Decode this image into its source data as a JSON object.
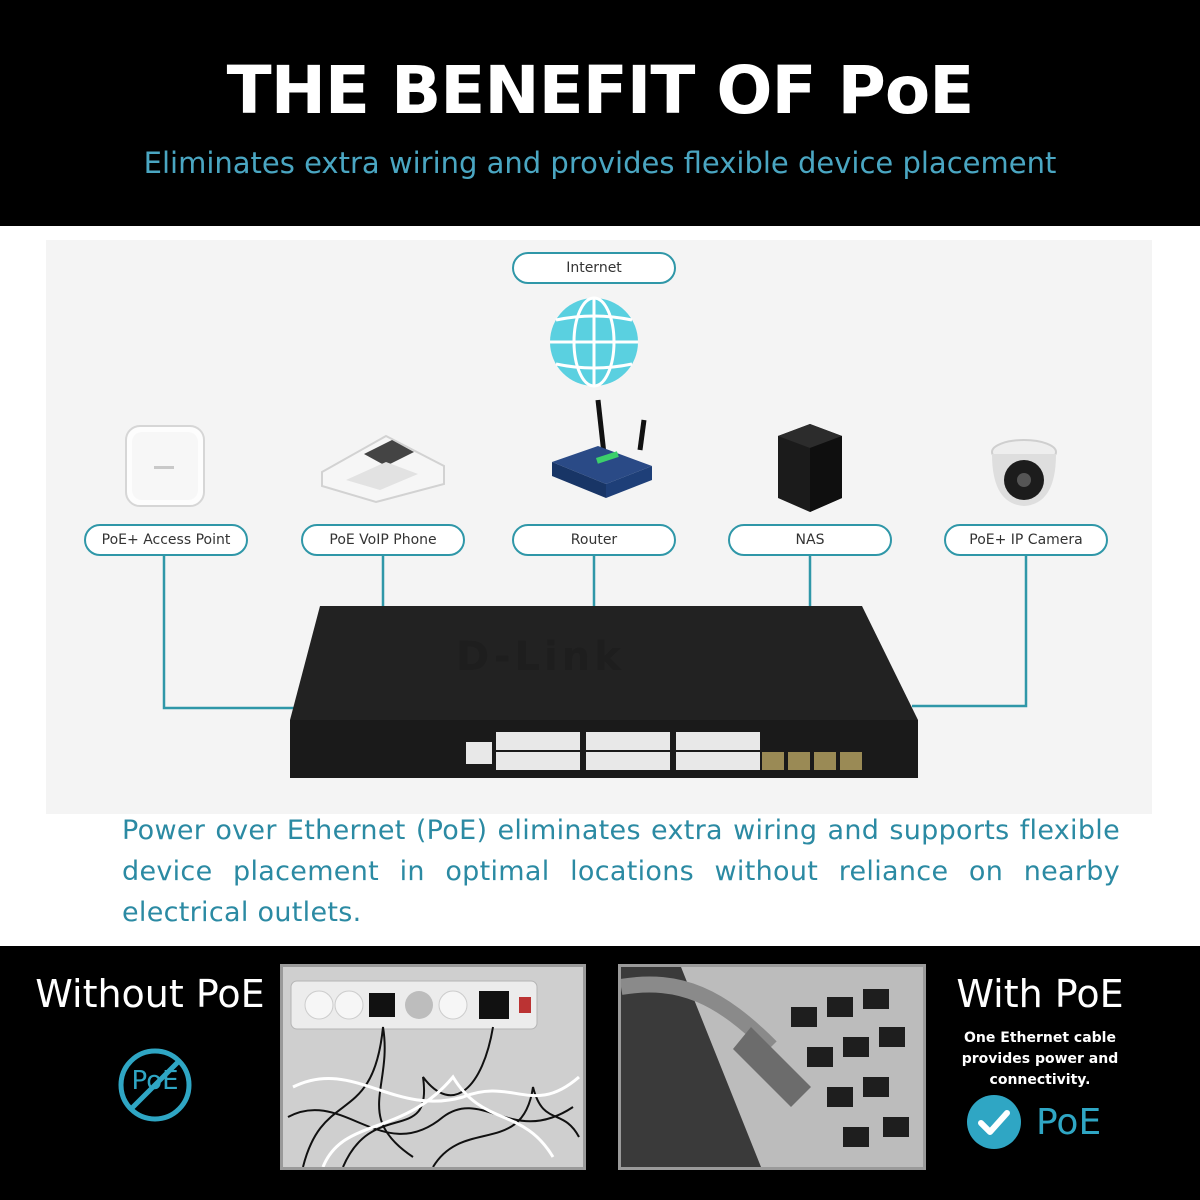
{
  "header": {
    "title": "THE BENEFIT OF PoE",
    "subtitle": "Eliminates extra wiring and provides flexible device placement"
  },
  "diagram": {
    "top_node": "Internet",
    "devices": [
      {
        "label": "PoE+ Access Point",
        "icon": "access-point-icon"
      },
      {
        "label": "PoE VoIP Phone",
        "icon": "voip-phone-icon"
      },
      {
        "label": "Router",
        "icon": "router-icon"
      },
      {
        "label": "NAS",
        "icon": "nas-icon"
      },
      {
        "label": "PoE+ IP Camera",
        "icon": "ip-camera-icon"
      }
    ],
    "switch_icon": "network-switch-icon",
    "line_color": "#2f97a8"
  },
  "description": "Power over Ethernet (PoE) eliminates extra wiring and supports flexible device placement in optimal locations without reliance on nearby electrical outlets.",
  "comparison": {
    "without": {
      "title": "Without PoE",
      "icon": "no-poe-icon",
      "icon_text": "PoE"
    },
    "with": {
      "title": "With PoE",
      "description": "One Ethernet cable provides power and connectivity.",
      "icon": "check-icon",
      "label": "PoE"
    },
    "accent": "#2fa6c4"
  }
}
